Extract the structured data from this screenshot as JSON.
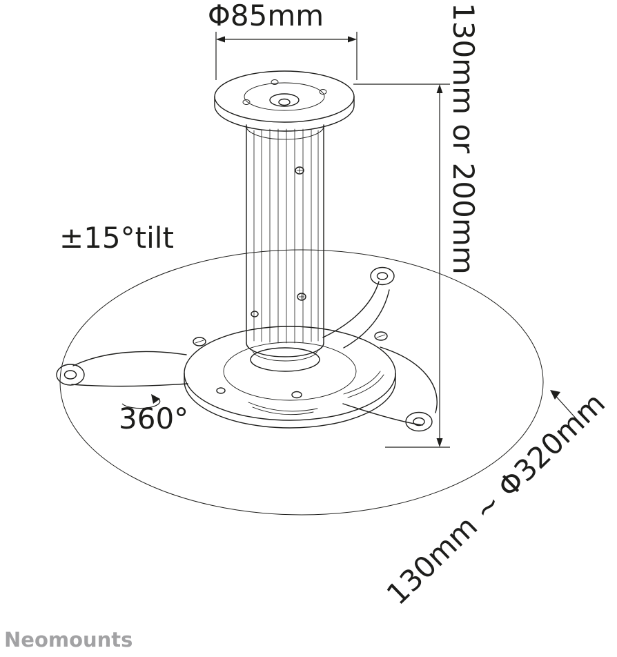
{
  "drawing": {
    "brand_watermark": "Neomounts",
    "annotations": {
      "top_diameter": "Φ85mm",
      "pole_height": "130mm or 200mm",
      "tilt_range": "±15°tilt",
      "rotation_range": "360°",
      "base_diameter": "130mm ~ Φ320mm"
    },
    "colors": {
      "line": "#1d1d1b",
      "background": "#ffffff",
      "watermark": "#a2a2a4"
    }
  }
}
